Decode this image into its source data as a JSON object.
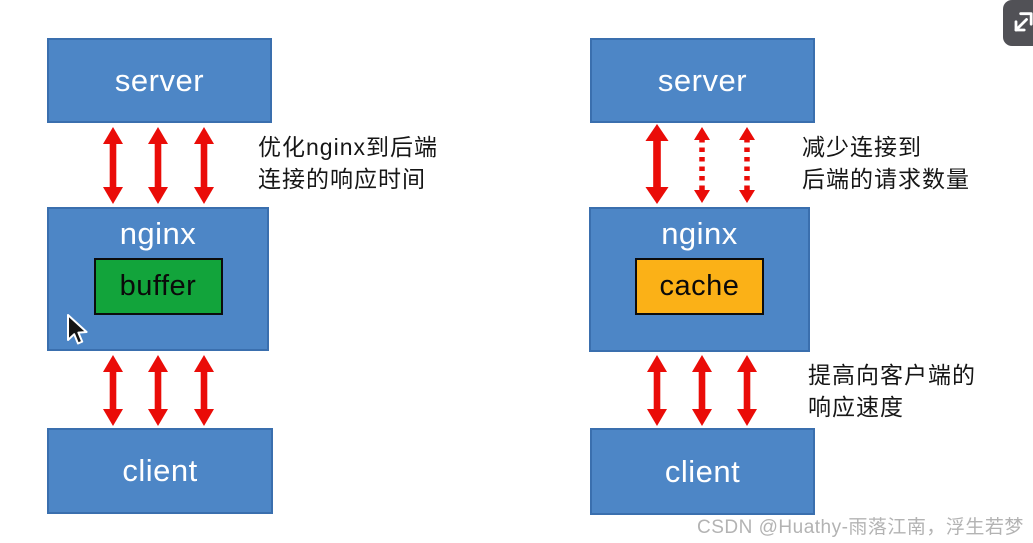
{
  "colors": {
    "box_blue": "#4d86c6",
    "box_border": "#3a6fae",
    "buffer_green": "#12a43b",
    "cache_orange": "#fbb117",
    "arrow_red": "#ea0c08",
    "watermark_gray": "#b3b3b3"
  },
  "left_diagram": {
    "server_label": "server",
    "nginx_label": "nginx",
    "inner_label": "buffer",
    "client_label": "client",
    "annotation_line1": "优化nginx到后端",
    "annotation_line2": "连接的响应时间"
  },
  "right_diagram": {
    "server_label": "server",
    "nginx_label": "nginx",
    "inner_label": "cache",
    "client_label": "client",
    "annotation_top_line1": "减少连接到",
    "annotation_top_line2": "后端的请求数量",
    "annotation_bottom_line1": "提高向客户端的",
    "annotation_bottom_line2": "响应速度"
  },
  "watermark": {
    "text": "CSDN @Huathy-雨落江南，浮生若梦"
  },
  "controls": {
    "corner_button_icon": "exit-fullscreen-icon"
  }
}
